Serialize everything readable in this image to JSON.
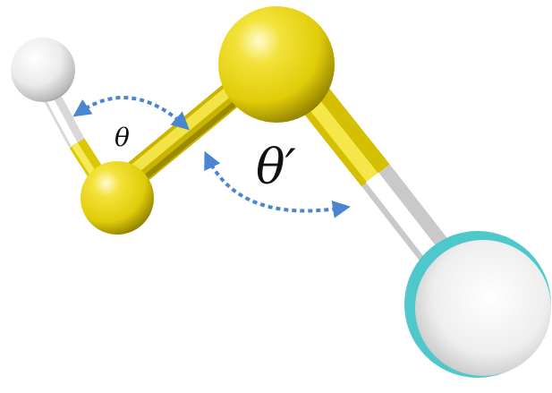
{
  "labels": {
    "theta": "θ",
    "theta_prime": "θ′"
  },
  "colors": {
    "sulfur": "#e6d20a",
    "sulfur_highlight": "#fffbd0",
    "sulfur_shadow": "#8f7f00",
    "hydrogen": "#f2f2f2",
    "hydrogen_shadow": "#9a9a9a",
    "rim_cyan": "#4fc8cc",
    "angle_arrow": "#4a86cf",
    "text": "#111111",
    "background": "#ffffff"
  },
  "atoms": [
    {
      "element": "H",
      "role": "small-hydrogen"
    },
    {
      "element": "S",
      "role": "small-sulfur"
    },
    {
      "element": "S",
      "role": "large-sulfur"
    },
    {
      "element": "H",
      "role": "large-hydrogen"
    }
  ]
}
